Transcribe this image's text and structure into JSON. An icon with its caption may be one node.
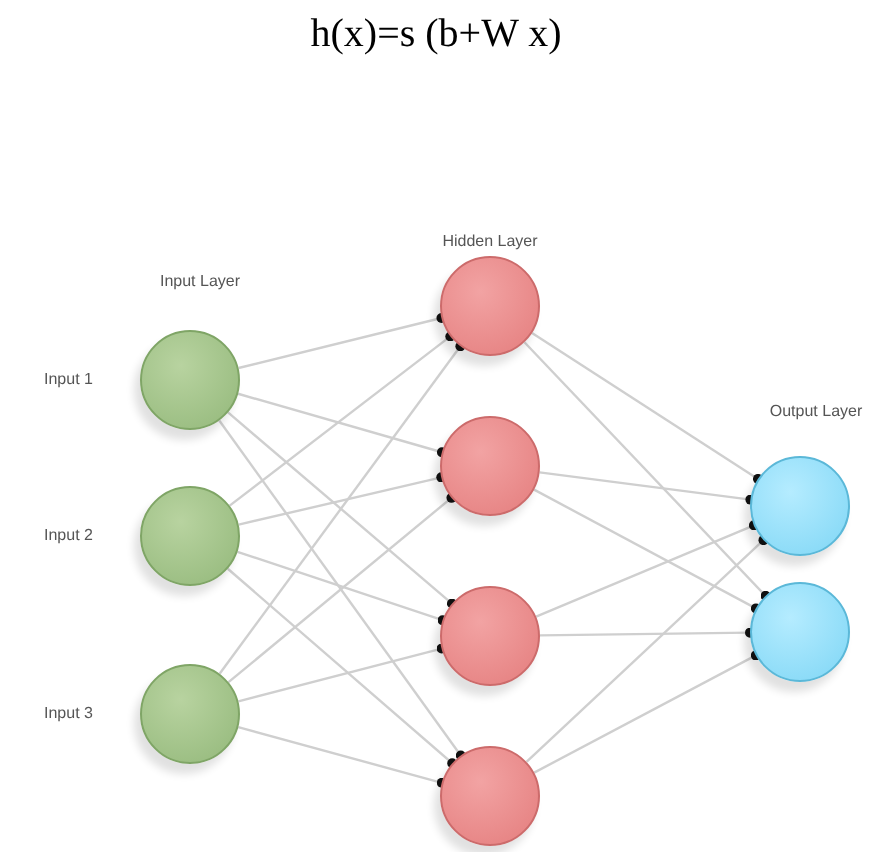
{
  "diagram": {
    "title": "h(x)=s (b+W x)",
    "nodes": [
      {
        "text": [],
        "shape": "circle",
        "beside": [
          "Input 1"
        ]
      },
      {
        "text": [],
        "shape": "circle",
        "beside": [
          "Input 2"
        ]
      },
      {
        "text": [],
        "shape": "circle",
        "beside": [
          "Input 3"
        ]
      },
      {
        "text": [],
        "shape": "circle"
      },
      {
        "text": [],
        "shape": "circle"
      },
      {
        "text": [],
        "shape": "circle"
      },
      {
        "text": [],
        "shape": "circle"
      },
      {
        "text": [],
        "shape": "circle"
      },
      {
        "text": [],
        "shape": "circle"
      }
    ],
    "edges": [
      {
        "from": 0,
        "to": 3,
        "arrow": "other"
      },
      {
        "from": 0,
        "to": 4,
        "arrow": "other"
      },
      {
        "from": 0,
        "to": 5,
        "arrow": "other"
      },
      {
        "from": 0,
        "to": 6,
        "arrow": "other"
      },
      {
        "from": 1,
        "to": 3,
        "arrow": "other"
      },
      {
        "from": 1,
        "to": 4,
        "arrow": "other"
      },
      {
        "from": 1,
        "to": 5,
        "arrow": "other"
      },
      {
        "from": 1,
        "to": 6,
        "arrow": "other"
      },
      {
        "from": 2,
        "to": 3,
        "arrow": "other"
      },
      {
        "from": 2,
        "to": 4,
        "arrow": "other"
      },
      {
        "from": 2,
        "to": 5,
        "arrow": "other"
      },
      {
        "from": 2,
        "to": 6,
        "arrow": "other"
      },
      {
        "from": 3,
        "to": 7,
        "arrow": "other"
      },
      {
        "from": 3,
        "to": 8,
        "arrow": "other"
      },
      {
        "from": 4,
        "to": 7,
        "arrow": "other"
      },
      {
        "from": 4,
        "to": 8,
        "arrow": "other"
      },
      {
        "from": 5,
        "to": 7,
        "arrow": "other"
      },
      {
        "from": 5,
        "to": 8,
        "arrow": "other"
      },
      {
        "from": 6,
        "to": 7,
        "arrow": "other"
      },
      {
        "from": 6,
        "to": 8,
        "arrow": "other"
      }
    ],
    "labels": [
      "Hidden Layer",
      "Input Layer",
      "Output Layer"
    ]
  }
}
